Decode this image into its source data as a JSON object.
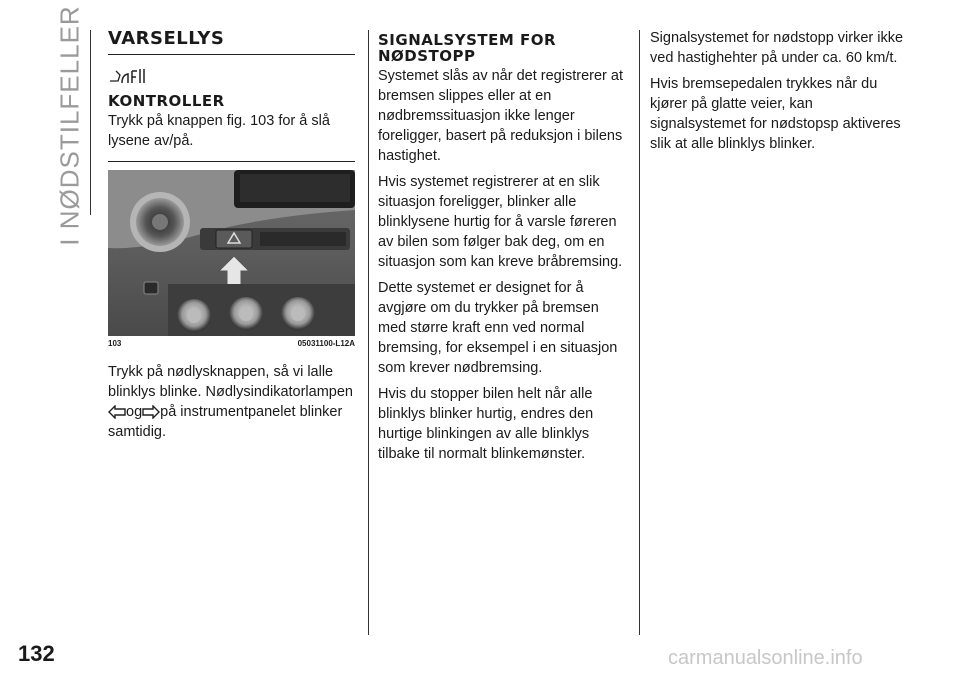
{
  "side_tab": "I NØDSTILFELLER",
  "page_number": "132",
  "watermark": "carmanualsonline.info",
  "col1": {
    "title": "VARSELLYS",
    "icon": "hazard-lights-symbol",
    "subtitle": "KONTROLLER",
    "intro": "Trykk på knappen fig. 103 for å slå lysene av/på.",
    "figure": {
      "number": "103",
      "code": "05031100-L12A"
    },
    "after_p1": "Trykk på nødlysknappen, så vi lalle blinklys blinke. Nødlysindikatorlampen",
    "after_og": "og",
    "after_p2": "på instrumentpanelet blinker",
    "after_p3": "samtidig."
  },
  "col2": {
    "title_line1": "SIGNALSYSTEM FOR",
    "title_line2": "NØDSTOPP",
    "paragraphs": [
      "Systemet slås av når det registrerer at bremsen slippes eller at en nødbremssituasjon ikke lenger foreligger, basert på reduksjon i bilens hastighet.",
      "Hvis systemet registrerer at en slik situasjon foreligger, blinker alle blinklysene hurtig for å varsle føreren av bilen som følger bak deg, om en situasjon som kan kreve bråbremsing.",
      "Dette systemet er designet for å avgjøre om du trykker på bremsen med større kraft enn ved normal bremsing, for eksempel i en situasjon som krever nødbremsing.",
      "Hvis du stopper bilen helt når alle blinklys blinker hurtig, endres den hurtige blinkingen av alle blinklys tilbake til normalt blinkemønster."
    ]
  },
  "col3": {
    "paragraphs": [
      "Signalsystemet for nødstopp virker ikke ved hastighehter på under ca. 60 km/t.",
      "Hvis bremsepedalen trykkes når du kjører på glatte veier, kan signalsystemet for nødstopsp aktiveres slik at alle blinklys blinker."
    ]
  }
}
